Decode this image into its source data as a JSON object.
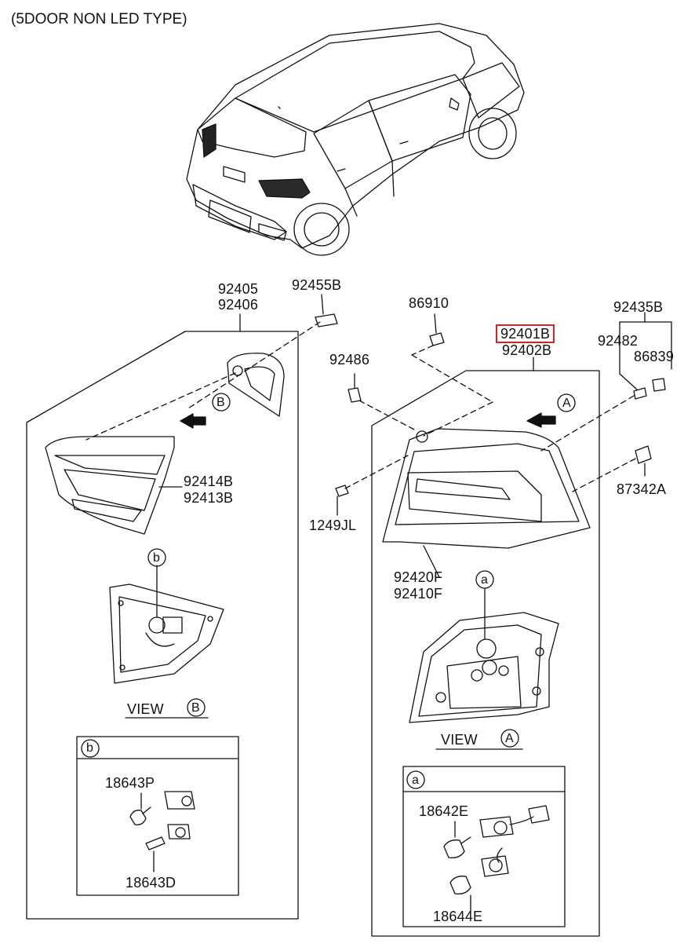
{
  "header": {
    "subtitle": "(5DOOR NON LED TYPE)"
  },
  "left_assembly": {
    "part_numbers": [
      "92405",
      "92406"
    ],
    "bolt_part": "92455B",
    "lamp_parts": [
      "92414B",
      "92413B"
    ],
    "view_arrow_letter": "B",
    "view_detail_callout": "b",
    "view_label": "VIEW",
    "view_letter": "B",
    "inset": {
      "letter": "b",
      "parts": {
        "top": "18643P",
        "bottom": "18643D"
      }
    }
  },
  "right_assembly": {
    "highlighted_part": "92401B",
    "paired_part": "92402B",
    "clip_part": "86910",
    "nut_part": "92486",
    "screw_part": "1249JL",
    "bracket_parts": {
      "group": "92435B",
      "left": "92482",
      "right": "86839"
    },
    "grommet_part": "87342A",
    "lens_parts": [
      "92420F",
      "92410F"
    ],
    "view_arrow_letter": "A",
    "view_detail_callout": "a",
    "view_label": "VIEW",
    "view_letter": "A",
    "inset": {
      "letter": "a",
      "parts": {
        "top": "18642E",
        "bottom": "18644E"
      }
    }
  },
  "colors": {
    "line": "#111111",
    "highlight": "#e02020",
    "shade": "#2a2a2a"
  }
}
